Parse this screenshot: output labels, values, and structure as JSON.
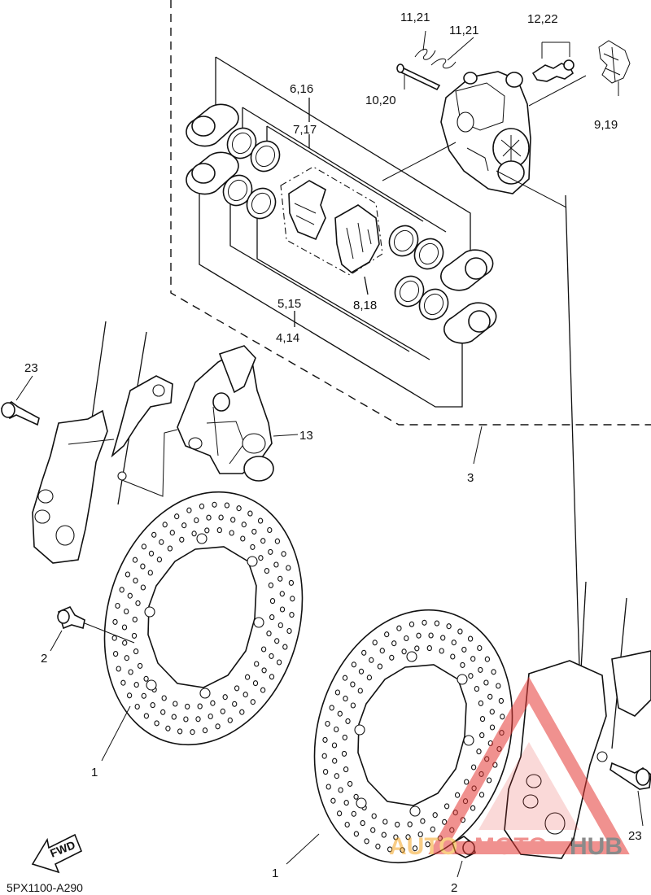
{
  "diagram_code": "5PX1100-A290",
  "fwd_label": "FWD",
  "watermark": {
    "part1": "AUTO",
    "part2": "MOTO",
    "part3": "HUB",
    "color_light": "#f5a623",
    "color_red": "#e53935",
    "color_dark": "#2b2b2b"
  },
  "callouts": {
    "c_1_left": "1",
    "c_1_right": "1",
    "c_2_left": "2",
    "c_2_right": "2",
    "c_3": "3",
    "c_4_14": "4,14",
    "c_5_15": "5,15",
    "c_6_16": "6,16",
    "c_7_17": "7,17",
    "c_8_18": "8,18",
    "c_9_19": "9,19",
    "c_10_20": "10,20",
    "c_11_21_a": "11,21",
    "c_11_21_b": "11,21",
    "c_12_22": "12,22",
    "c_13": "13",
    "c_23_left": "23",
    "c_23_right": "23"
  }
}
